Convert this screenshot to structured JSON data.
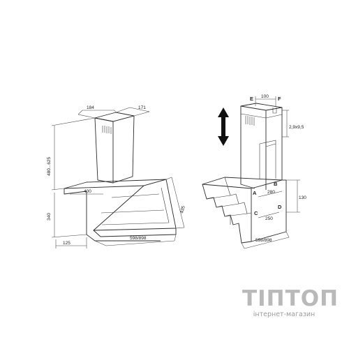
{
  "left_view": {
    "dims": {
      "chimney_width": "184",
      "chimney_depth": "171",
      "chimney_height": "480...625",
      "canopy_depth": "400",
      "canopy_height": "340",
      "glass_depth": "435",
      "width": "598/898",
      "offset": "125"
    }
  },
  "right_view": {
    "labels": {
      "a": "A",
      "b": "B",
      "c": "C",
      "d": "D",
      "e": "E",
      "f": "F"
    },
    "dims": {
      "ef": "100",
      "hole": "2,9x9,5",
      "ab": "280",
      "height": "130",
      "cd": "250",
      "width": "598/898"
    }
  },
  "brand": {
    "name": "ТІПТОП",
    "subtitle": "інтернет-магазин"
  },
  "colors": {
    "line": "#2b2b2b",
    "brand": "#b9b9b9"
  }
}
